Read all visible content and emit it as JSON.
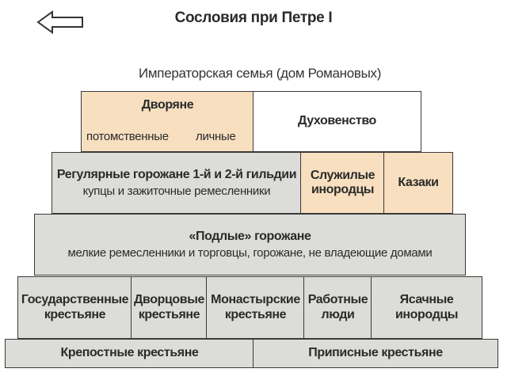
{
  "header": {
    "title": "Сословия при Петре I",
    "subtitle": "Императорская семья (дом Романовых)"
  },
  "row1": {
    "nobles": {
      "title": "Дворяне",
      "hereditary": "потомственные",
      "personal": "личные"
    },
    "clergy": "Духовенство"
  },
  "row2": {
    "regular": {
      "title": "Регулярные горожане 1-й и 2-й гильдии",
      "sub": "купцы и зажиточные ремесленники"
    },
    "service_foreigners": [
      "Служилые",
      "инородцы"
    ],
    "cossacks": "Казаки"
  },
  "row3": {
    "title": "«Подлые» горожане",
    "sub": "мелкие ремесленники и торговцы, горожане, не владеющие домами"
  },
  "row4": {
    "state": [
      "Государственные",
      "крестьяне"
    ],
    "palace": [
      "Дворцовые",
      "крестьяне"
    ],
    "monastery": [
      "Монастырские",
      "крестьяне"
    ],
    "workers": [
      "Работные",
      "люди"
    ],
    "yasak": [
      "Ясачные",
      "инородцы"
    ]
  },
  "row5": {
    "serfs": "Крепостные крестьяне",
    "assigned": "Приписные крестьяне"
  },
  "colors": {
    "gray": "#dcdcd8",
    "peach": "#f7dfbf",
    "border": "#3a3a3a"
  },
  "icons": {
    "back": "left-arrow-icon"
  }
}
